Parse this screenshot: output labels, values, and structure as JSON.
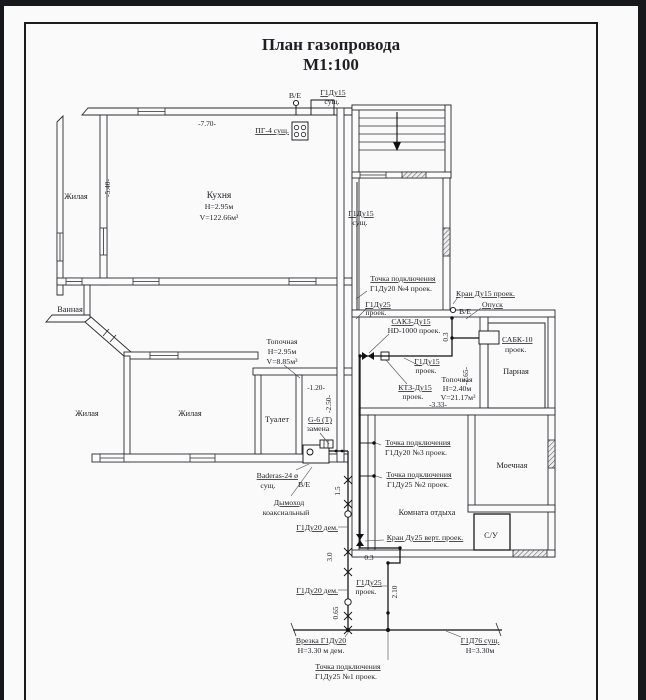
{
  "title": {
    "line1": "План газопровода",
    "line2": "М1:100"
  },
  "rooms": {
    "living_top": "Жилая",
    "living_left": "Жилая",
    "living_mid": "Жилая",
    "bathroom": "Ванная",
    "toilet": "Туалет",
    "kitchen": {
      "name": "Кухня",
      "height": "Н=2.95м",
      "volume": "V=122.66м³"
    },
    "boiler_left": {
      "name": "Топочная",
      "height": "Н=2.95м",
      "volume": "V=8.85м³"
    },
    "boiler_right": {
      "name": "Топочная",
      "height": "Н=2.40м",
      "volume": "V=21.17м³"
    },
    "steam": "Парная",
    "washing": "Моечная",
    "rest": "Комната отдыха",
    "wc": "С/У"
  },
  "equipment": {
    "stove": "ПГ-4 сущ.",
    "vent_top": "В/Е",
    "vent_bath": "В/Е",
    "vent_boiler": "В/Е",
    "boiler": {
      "line1": "Baderas-24 ø",
      "line2": "сущ."
    },
    "meter": {
      "line1": "G-6 (Т)",
      "line2": "замена"
    },
    "chimney": {
      "line1": "Дымоход",
      "line2": "коаксиальный"
    },
    "sakz": {
      "line1": "САКЗ-Ду15",
      "line2": "HD-1000 проек."
    },
    "sabk": {
      "line1": "САБК-10",
      "line2": "проек."
    },
    "ktz": {
      "line1": "КТЗ-Ду15",
      "line2": "проек."
    }
  },
  "pipes": {
    "g1du15_top": {
      "line1": "Г1Ду15",
      "line2": "сущ."
    },
    "g1du15_entry": {
      "line1": "Г1Ду15",
      "line2": "сущ."
    },
    "g1du15_new": {
      "line1": "Г1Ду15",
      "line2": "проек."
    },
    "g1du25_riser": {
      "line1": "Г1Ду25",
      "line2": "проек."
    },
    "g1du25_bottom": {
      "line1": "Г1Ду25",
      "line2": "проек."
    },
    "g1du20_dem_upper": "Г1Ду20 дем.",
    "g1du20_dem_lower": "Г1Ду20 дем.",
    "valve15": "Кран Ду15 проек.",
    "valve25": "Кран Ду25 верт. проек.",
    "drop": "Опуск",
    "tp1": {
      "line1": "Точка подключения",
      "line2": "Г1Ду25 №1 проек."
    },
    "tp2": {
      "line1": "Точка подключения",
      "line2": "Г1Ду25 №2 проек."
    },
    "tp3": {
      "line1": "Точка подключения",
      "line2": "Г1Ду20 №3 проек."
    },
    "tp4": {
      "line1": "Точка подключения",
      "line2": "Г1Ду20 №4 проек."
    },
    "tie_in": {
      "line1": "Врезка Г1Ду20",
      "line2": "Н=3.30 м дем."
    },
    "main": {
      "line1": "Г1Д76 сущ.",
      "line2": "Н=3.30м"
    }
  },
  "dimensions": {
    "top_width": "-7.70-",
    "left_height": "-5.40-",
    "toilet_width": "-1.20-",
    "toilet_height": "-2.50-",
    "boiler_right_width": "-3.33-",
    "boiler_right_height": "-2.65-",
    "seg_15": "1.5",
    "seg_30": "3.0",
    "seg_065": "0.65",
    "seg_210": "2.10",
    "seg_03_bath": "0.3",
    "seg_03_bottom": "0.3"
  },
  "colors": {
    "line": "#1c1c1e",
    "paper": "#fafafb",
    "background": "#17181b"
  }
}
